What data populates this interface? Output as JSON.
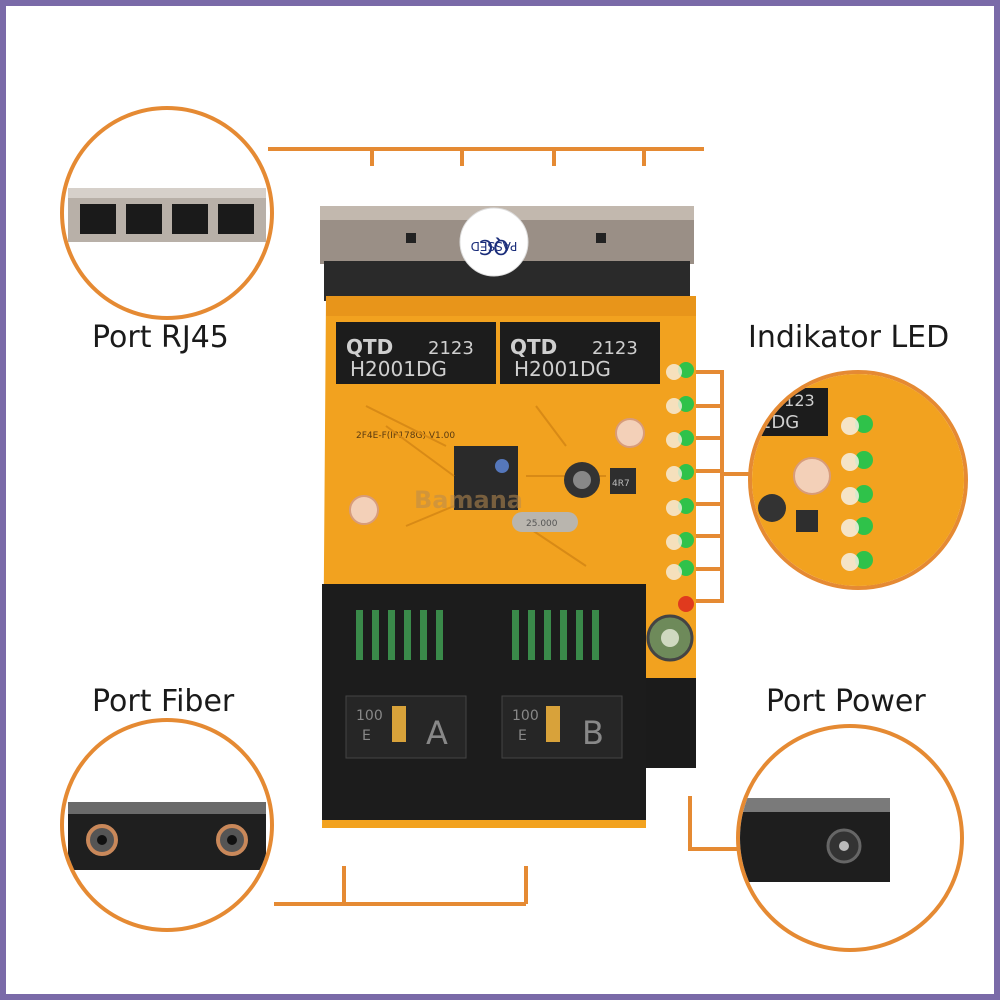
{
  "labels": {
    "rj45": "Port RJ45",
    "led": "Indikator LED",
    "fiber": "Port Fiber",
    "power": "Port Power"
  },
  "board": {
    "chip_brand": "QTD",
    "chip_year": "2123",
    "chip_model": "H2001DG",
    "qc_top": "PASSED",
    "qc_bottom": "QC",
    "watermark": "Bamana",
    "port_a_speed": "100",
    "port_a_mode": "E",
    "port_a_letter": "A",
    "port_b_speed": "100",
    "port_b_mode": "E",
    "port_b_letter": "B",
    "version": "2F4E-F(IP178G) V1.00",
    "inductor": "4R7",
    "crystal": "25.000"
  },
  "colors": {
    "accent": "#e58a33",
    "pcb": "#f2a21f",
    "led_green": "#2fc24a",
    "led_red": "#e03a1e",
    "text": "#1a1a1a"
  }
}
